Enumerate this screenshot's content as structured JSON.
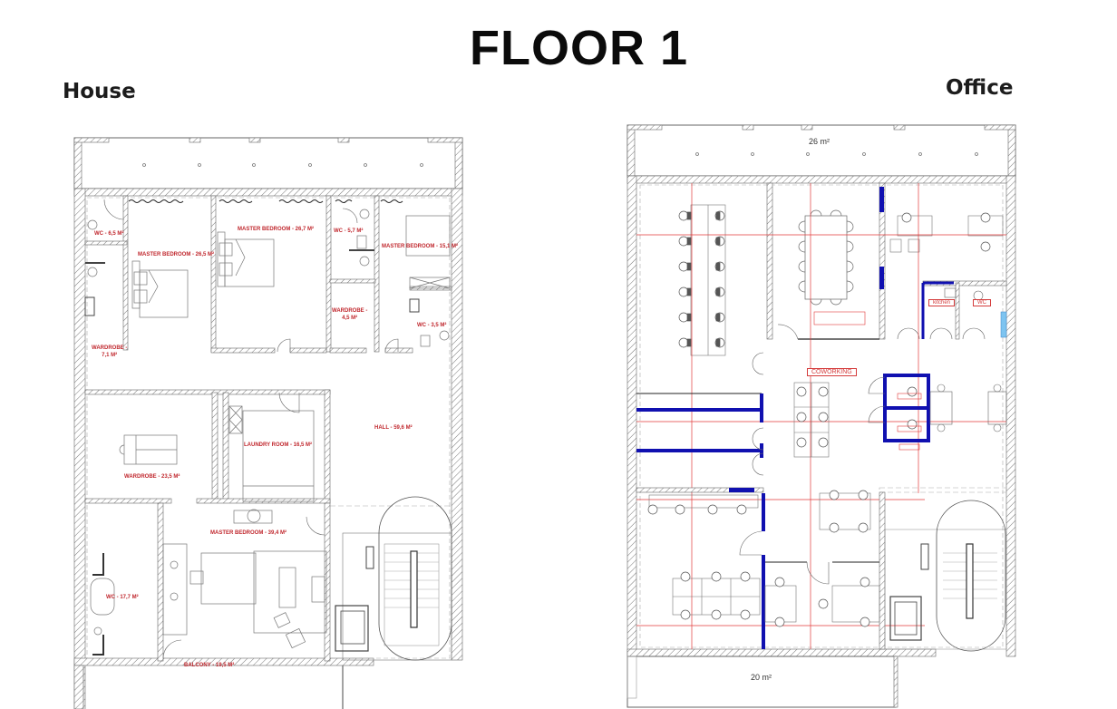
{
  "title": "FLOOR 1",
  "house": {
    "label": "House",
    "rooms": {
      "wc_1": "WC - 6,5 M²",
      "master_bedroom_1": "MASTER BEDROOM - 26,5 M²",
      "master_bedroom_2": "MASTER BEDROOM - 26,7 M²",
      "wc_2": "WC - 5,7 M²",
      "master_bedroom_3": "MASTER BEDROOM - 15,1 M²",
      "wardrobe_small_line1": "WARDROBE -",
      "wardrobe_small_line2": "4,5 M²",
      "wc_3": "WC - 3,5 M²",
      "wardrobe_left_line1": "WARDROBE -",
      "wardrobe_left_line2": "7,1 M²",
      "wardrobe_large": "WARDROBE - 23,5 M²",
      "laundry": "LAUNDRY ROOM - 16,5 M²",
      "hall": "HALL - 59,6 M²",
      "master_bedroom_4": "MASTER BEDROOM - 39,4 M²",
      "wc_4": "WC - 17,7 M²",
      "balcony": "BALCONY - 19,5 M²"
    }
  },
  "office": {
    "label": "Office",
    "terrace_top_area": "26 m²",
    "terrace_bottom_area": "20 m²",
    "tags": {
      "coworking": "COWORKING",
      "wc": "WC",
      "kitchen": "kitchen"
    }
  },
  "colors": {
    "room_label": "#c0272d",
    "dimension_line": "#e23a3a",
    "partition_blue": "#1010b0",
    "wall": "#555555"
  }
}
